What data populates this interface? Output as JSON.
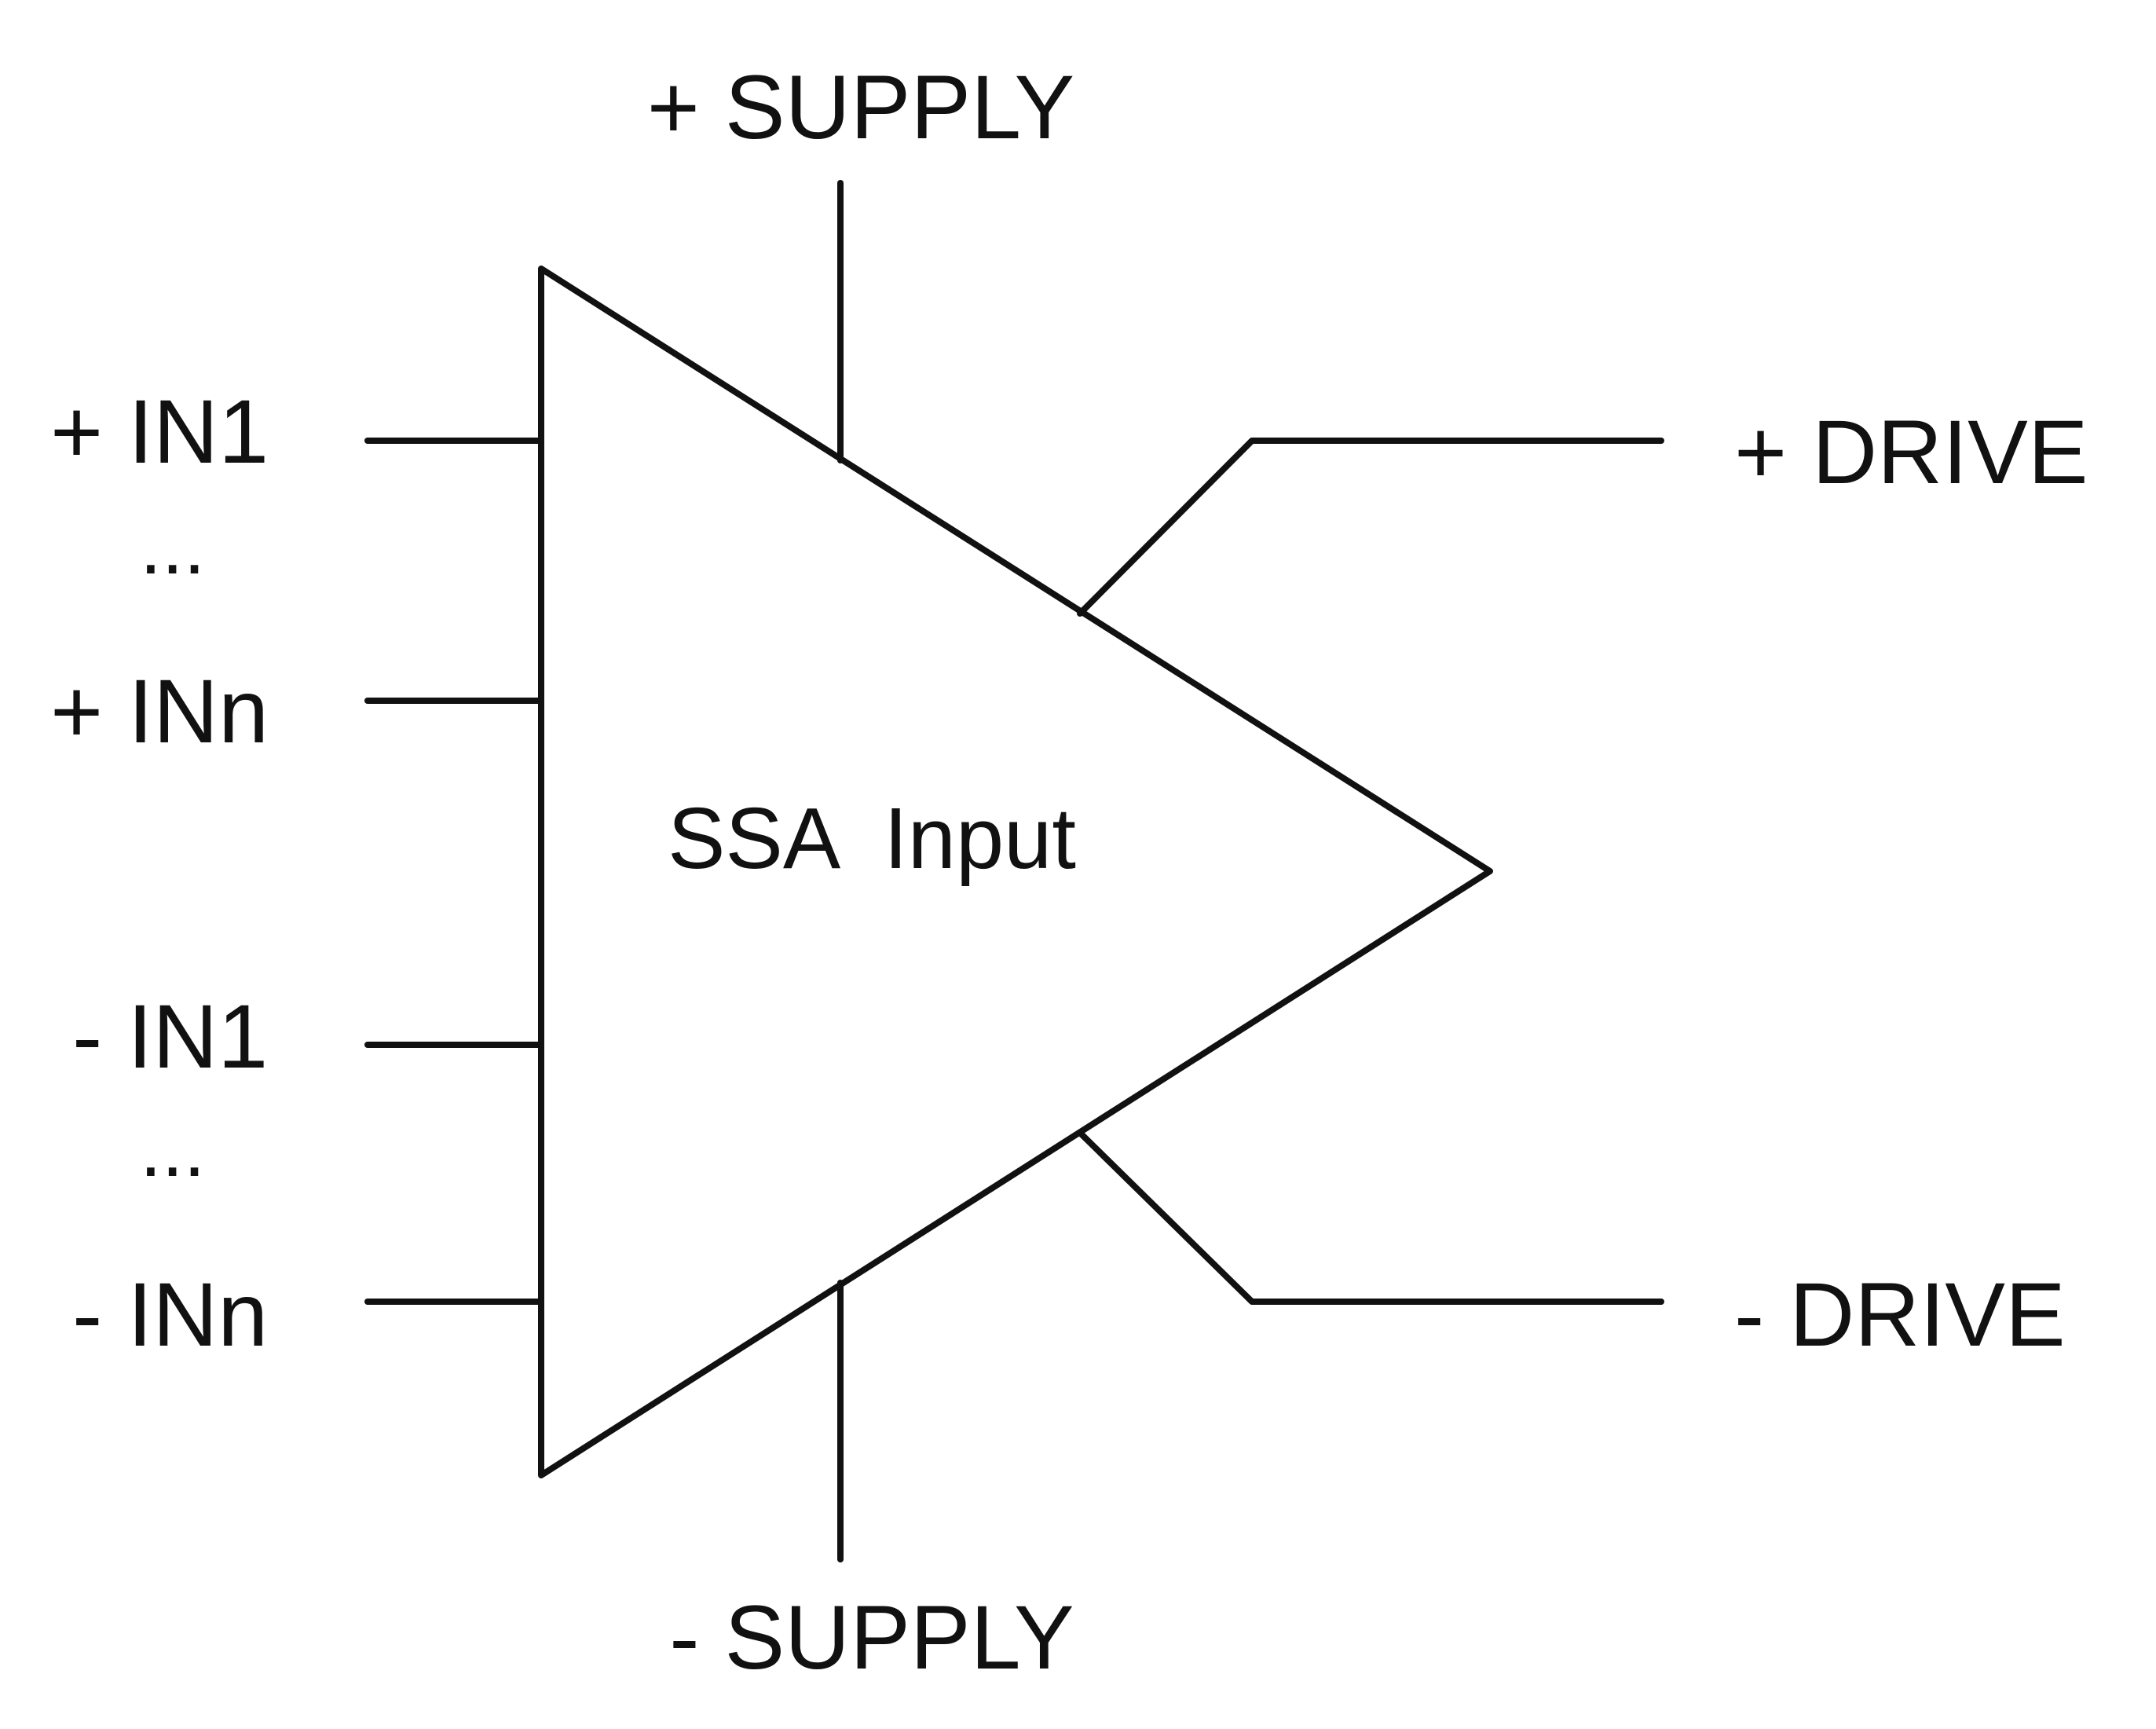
{
  "diagram": {
    "block_label": "SSA  Input",
    "supply": {
      "positive": "+ SUPPLY",
      "negative": "- SUPPLY"
    },
    "inputs": {
      "pos_first": "+ IN1",
      "pos_ellipsis": "...",
      "pos_last": "+ INn",
      "neg_first": "- IN1",
      "neg_ellipsis": "...",
      "neg_last": "- INn"
    },
    "outputs": {
      "positive": "+ DRIVE",
      "negative": "- DRIVE"
    }
  }
}
